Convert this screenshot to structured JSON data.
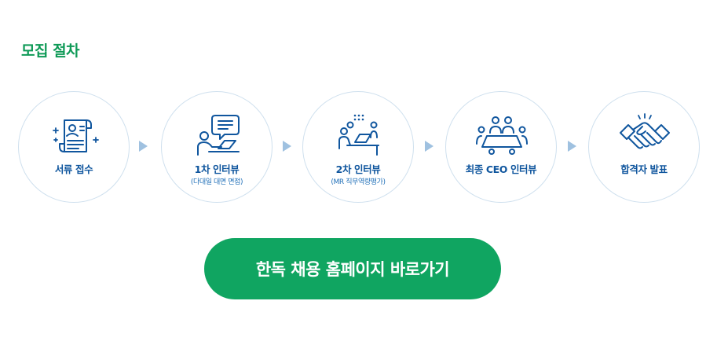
{
  "section": {
    "title": "모집 절차"
  },
  "steps": [
    {
      "label": "서류 접수",
      "sub": "",
      "icon": "document-icon"
    },
    {
      "label": "1차 인터뷰",
      "sub": "(다대일 대면 면접)",
      "icon": "interview-chat-icon"
    },
    {
      "label": "2차 인터뷰",
      "sub": "(MR 직무역량평가)",
      "icon": "laptop-assessment-icon"
    },
    {
      "label": "최종 CEO 인터뷰",
      "sub": "",
      "icon": "meeting-table-icon"
    },
    {
      "label": "합격자 발표",
      "sub": "",
      "icon": "handshake-icon"
    }
  ],
  "cta": {
    "label": "한독 채용 홈페이지 바로가기"
  },
  "colors": {
    "green": "#10a561",
    "title_green": "#0f9a57",
    "navy": "#10569e",
    "border": "#cfe0ee",
    "arrow": "#9fc1e0"
  }
}
